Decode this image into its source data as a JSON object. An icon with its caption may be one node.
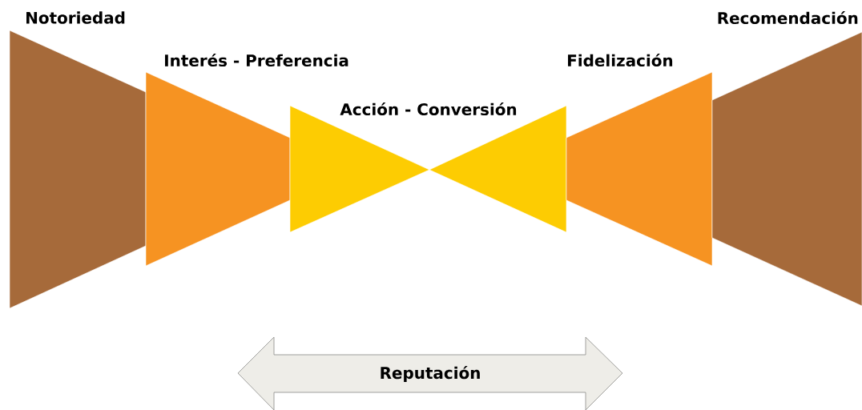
{
  "diagram": {
    "nodes": [
      {
        "text": [
          "Notoriedad"
        ]
      },
      {
        "text": [
          "Interés - Preferencia"
        ]
      },
      {
        "text": [
          "Acción - Conversión"
        ]
      },
      {
        "text": [],
        "shape": "triangle"
      },
      {
        "text": [
          "Fidelización"
        ]
      },
      {
        "text": [
          "Recomendación"
        ]
      },
      {
        "text": [
          "Reputación"
        ]
      }
    ]
  }
}
